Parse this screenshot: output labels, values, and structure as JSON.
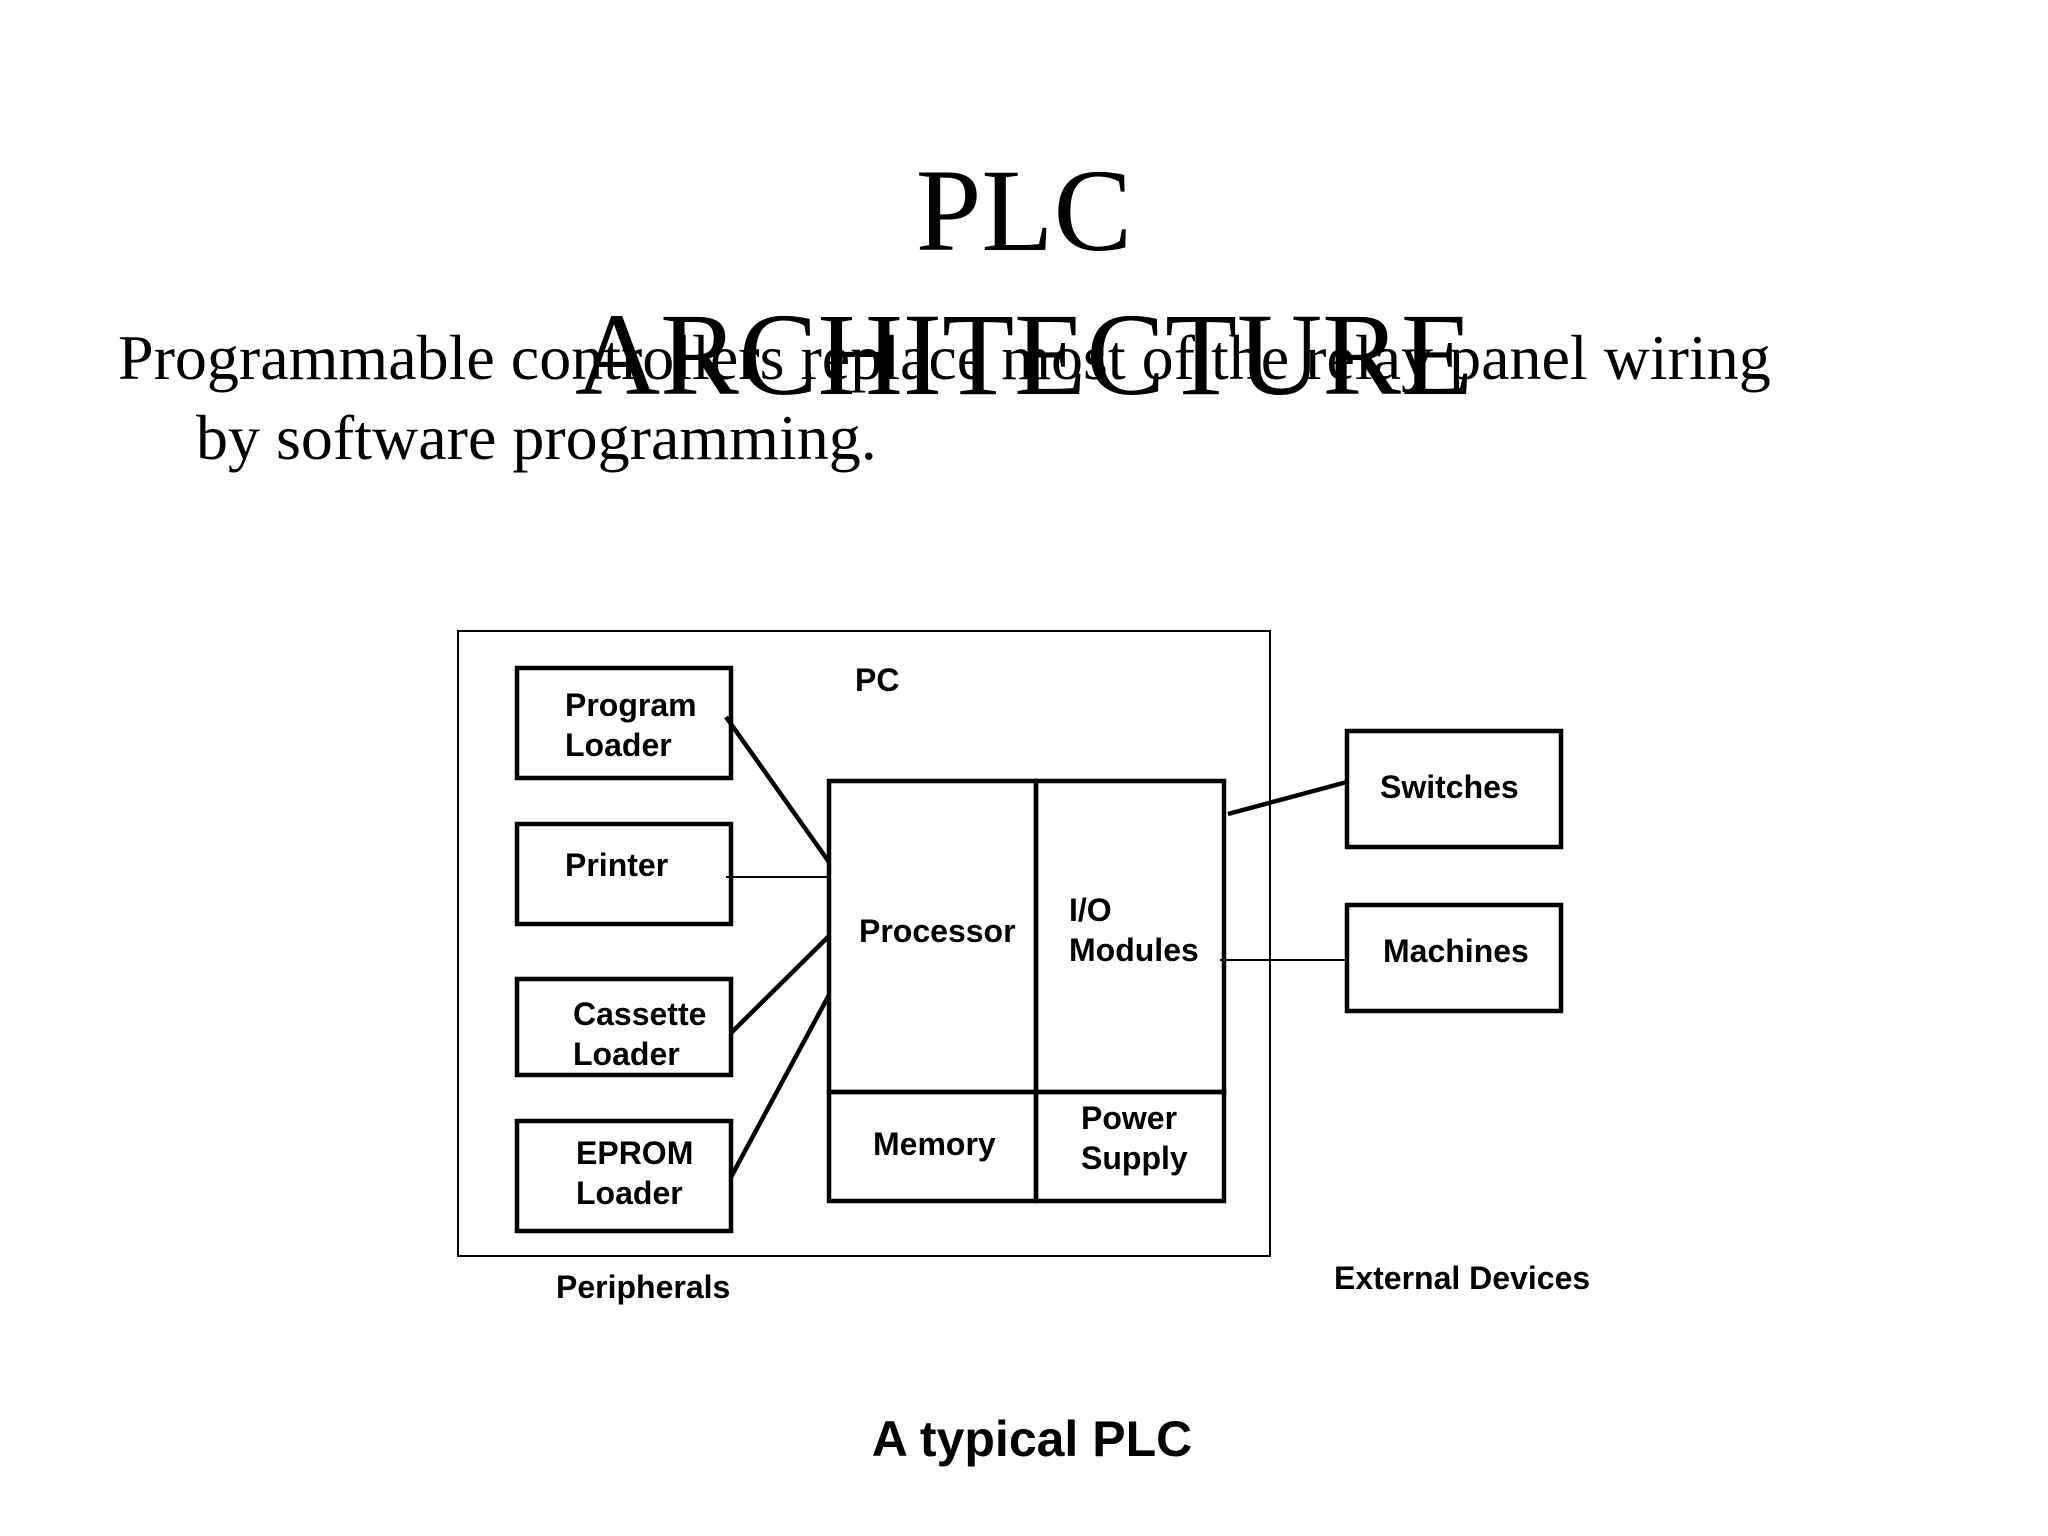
{
  "slide": {
    "title_line_1": "PLC",
    "title_line_2": "ARCHITECTURE",
    "body_line_1": "Programmable controllers replace most of the relay panel wiring",
    "body_line_2": "by software programming."
  },
  "diagram": {
    "pc_label": "PC",
    "peripherals": {
      "program_loader": [
        "Program",
        "Loader"
      ],
      "printer": [
        "Printer"
      ],
      "cassette_loader": [
        "Cassette",
        "Loader"
      ],
      "eprom_loader": [
        "EPROM",
        "Loader"
      ]
    },
    "core": {
      "processor": "Processor",
      "io_modules": [
        "I/O",
        "Modules"
      ],
      "memory": "Memory",
      "power_supply": [
        "Power",
        "Supply"
      ]
    },
    "external": {
      "switches": "Switches",
      "machines": "Machines"
    },
    "peripherals_caption": "Peripherals",
    "external_caption": "External Devices",
    "figure_caption": "A typical PLC"
  }
}
